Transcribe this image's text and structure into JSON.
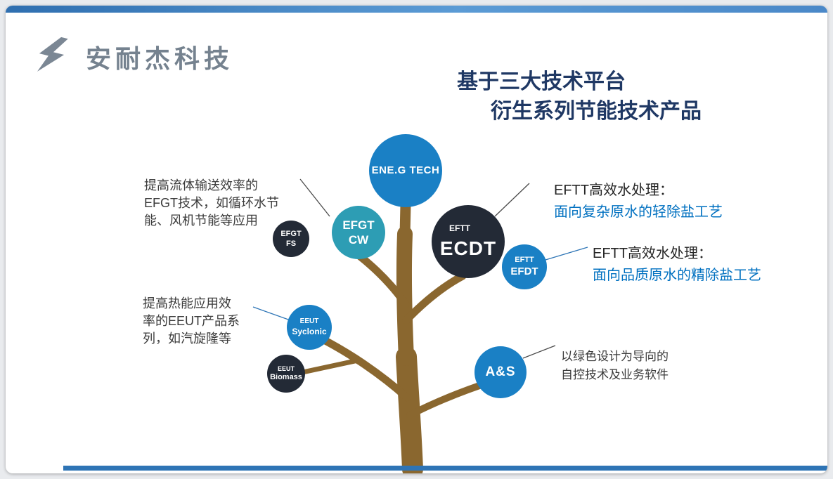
{
  "logo": {
    "text": "安耐杰科技"
  },
  "title": {
    "line1": "基于三大技术平台",
    "line2": "衍生系列节能技术产品"
  },
  "nodes": {
    "ene": {
      "label": "ENE.G TECH"
    },
    "efgt_cw": {
      "line1": "EFGT",
      "line2": "CW"
    },
    "efgt_fs": {
      "line1": "EFGT",
      "line2": "FS"
    },
    "ecdt": {
      "line1": "EFTT",
      "line2": "ECDT"
    },
    "efdt": {
      "line1": "EFTT",
      "line2": "EFDT"
    },
    "eeut_syclonic": {
      "line1": "EEUT",
      "line2": "Syclonic"
    },
    "eeut_biomass": {
      "line1": "EEUT",
      "line2": "Biomass"
    },
    "as": {
      "label": "A&S"
    }
  },
  "annotations": {
    "left_top": {
      "lines": [
        "提高流体输送效率的",
        "EFGT技术，如循环水节",
        "能、风机节能等应用"
      ]
    },
    "left_mid": {
      "lines": [
        "提高热能应用效",
        "率的EEUT产品系",
        "列，如汽旋隆等"
      ]
    },
    "right_top": {
      "title": "EFTT高效水处理：",
      "desc": "面向复杂原水的轻除盐工艺"
    },
    "right_mid": {
      "title": "EFTT高效水处理：",
      "desc": "面向品质原水的精除盐工艺"
    },
    "right_bottom": {
      "lines": [
        "以绿色设计为导向的",
        "自控技术及业务软件"
      ]
    }
  },
  "colors": {
    "accent_bar": "#2e74b5",
    "node_blue": "#1a80c5",
    "node_teal": "#2d9db4",
    "node_dark": "#232a36",
    "trunk_brown": "#8a672f",
    "title_navy": "#1f3864",
    "highlight_blue": "#0070c0",
    "logo_gray": "#75828f"
  }
}
